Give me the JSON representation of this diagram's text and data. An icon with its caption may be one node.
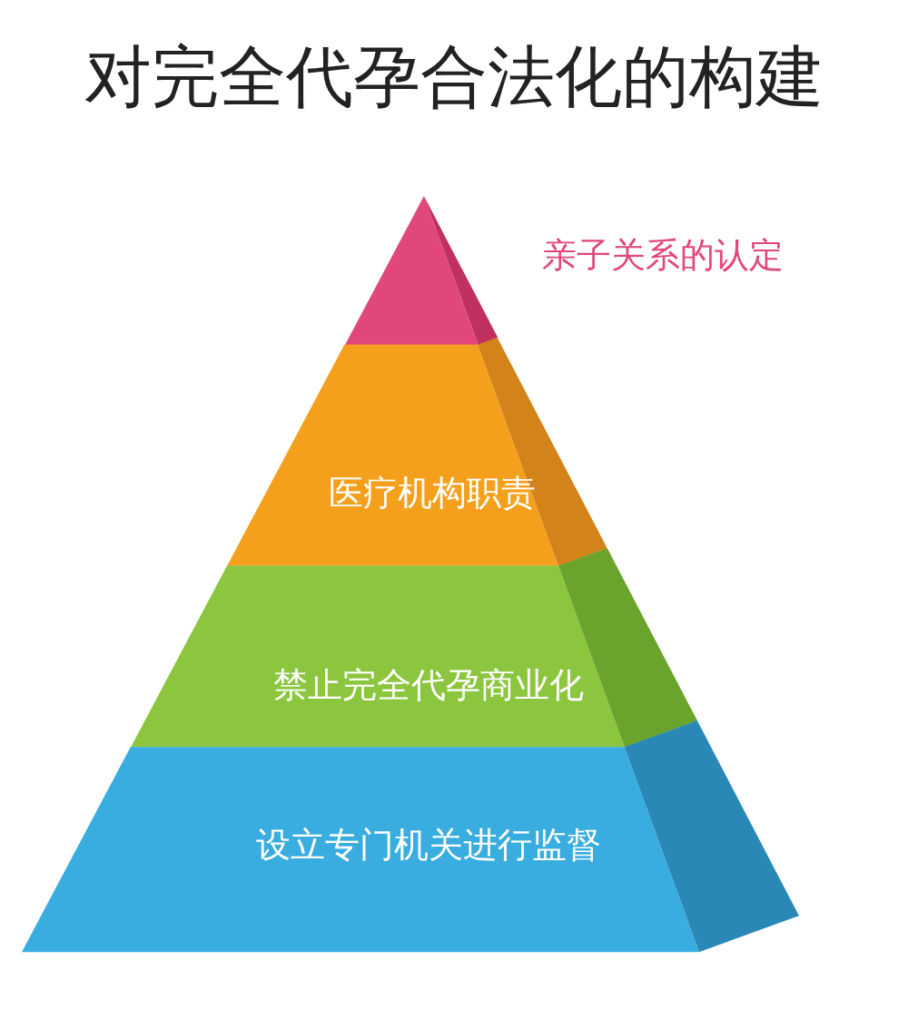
{
  "diagram": {
    "title": "对完全代孕合法化的构建",
    "nodes": [
      {
        "text": [
          "亲子关系的认定"
        ]
      },
      {
        "text": [
          "医疗机构职责"
        ]
      },
      {
        "text": [
          "禁止完全代孕商业化"
        ]
      },
      {
        "text": [
          "设立专门机关进行监督"
        ]
      }
    ]
  }
}
